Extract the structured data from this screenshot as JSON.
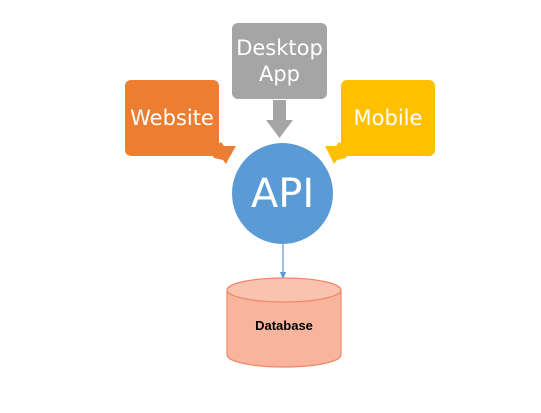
{
  "colors": {
    "background": "#ffffff",
    "website": "#ed7d31",
    "desktop": "#a5a5a5",
    "mobile": "#ffc000",
    "api": "#5b9bd5",
    "database_fill": "#f8b49c",
    "database_stroke": "#f2876a",
    "connector": "#5b9bd5"
  },
  "nodes": {
    "website": {
      "label": "Website"
    },
    "desktop": {
      "label": "Desktop\nApp"
    },
    "mobile": {
      "label": "Mobile"
    },
    "api": {
      "label": "API"
    },
    "database": {
      "label": "Database"
    }
  }
}
